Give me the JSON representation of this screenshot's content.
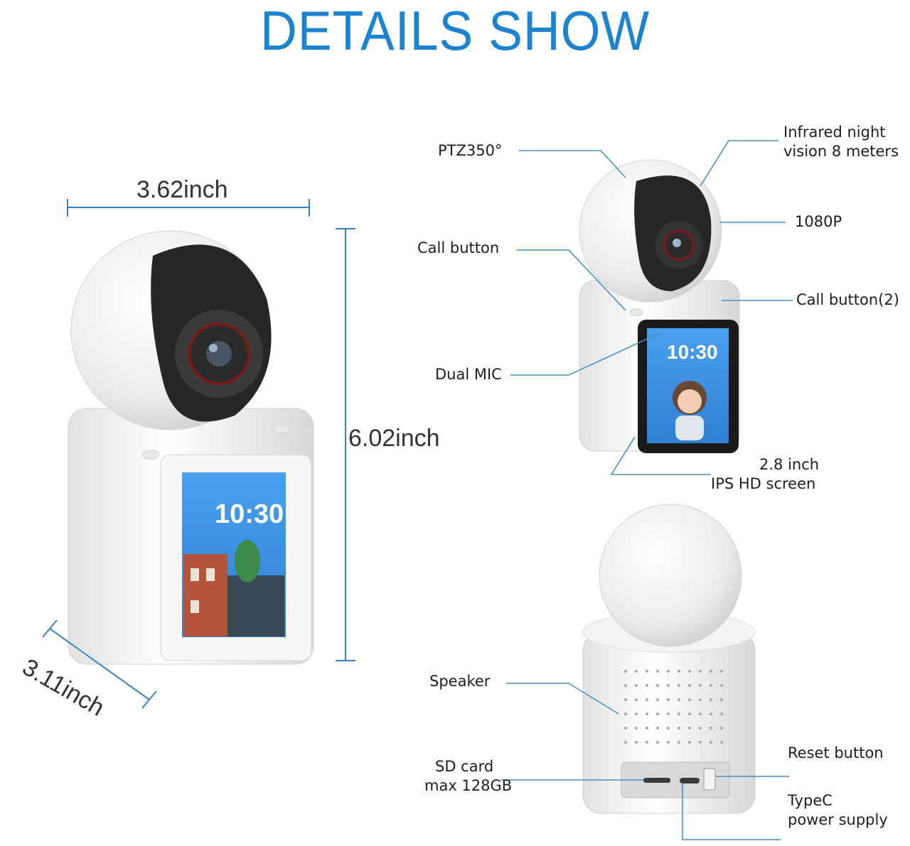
{
  "title": "DETAILS SHOW",
  "dimensions": {
    "width": "3.62inch",
    "height": "6.02inch",
    "depth": "3.11inch"
  },
  "screen": {
    "time": "10:30"
  },
  "labels": {
    "ptz": "PTZ350°",
    "infrared_line1": "Infrared night",
    "infrared_line2": "vision 8 meters",
    "resolution": "1080P",
    "call_button": "Call button",
    "call_button_2": "Call button(2)",
    "dual_mic": "Dual MIC",
    "screen_line1": "2.8 inch",
    "screen_line2": "IPS HD screen",
    "speaker": "Speaker",
    "sd_line1": "SD card",
    "sd_line2": "max 128GB",
    "reset": "Reset button",
    "typec_line1": "TypeC",
    "typec_line2": "power supply"
  },
  "colors": {
    "accent": "#1d83cf",
    "dimension_line": "#3a84b8",
    "leader_line": "#4a90c2",
    "device_body": "#f2f2f2",
    "lens_shell": "#2b2b2b",
    "screen": "#3d8fe0"
  }
}
